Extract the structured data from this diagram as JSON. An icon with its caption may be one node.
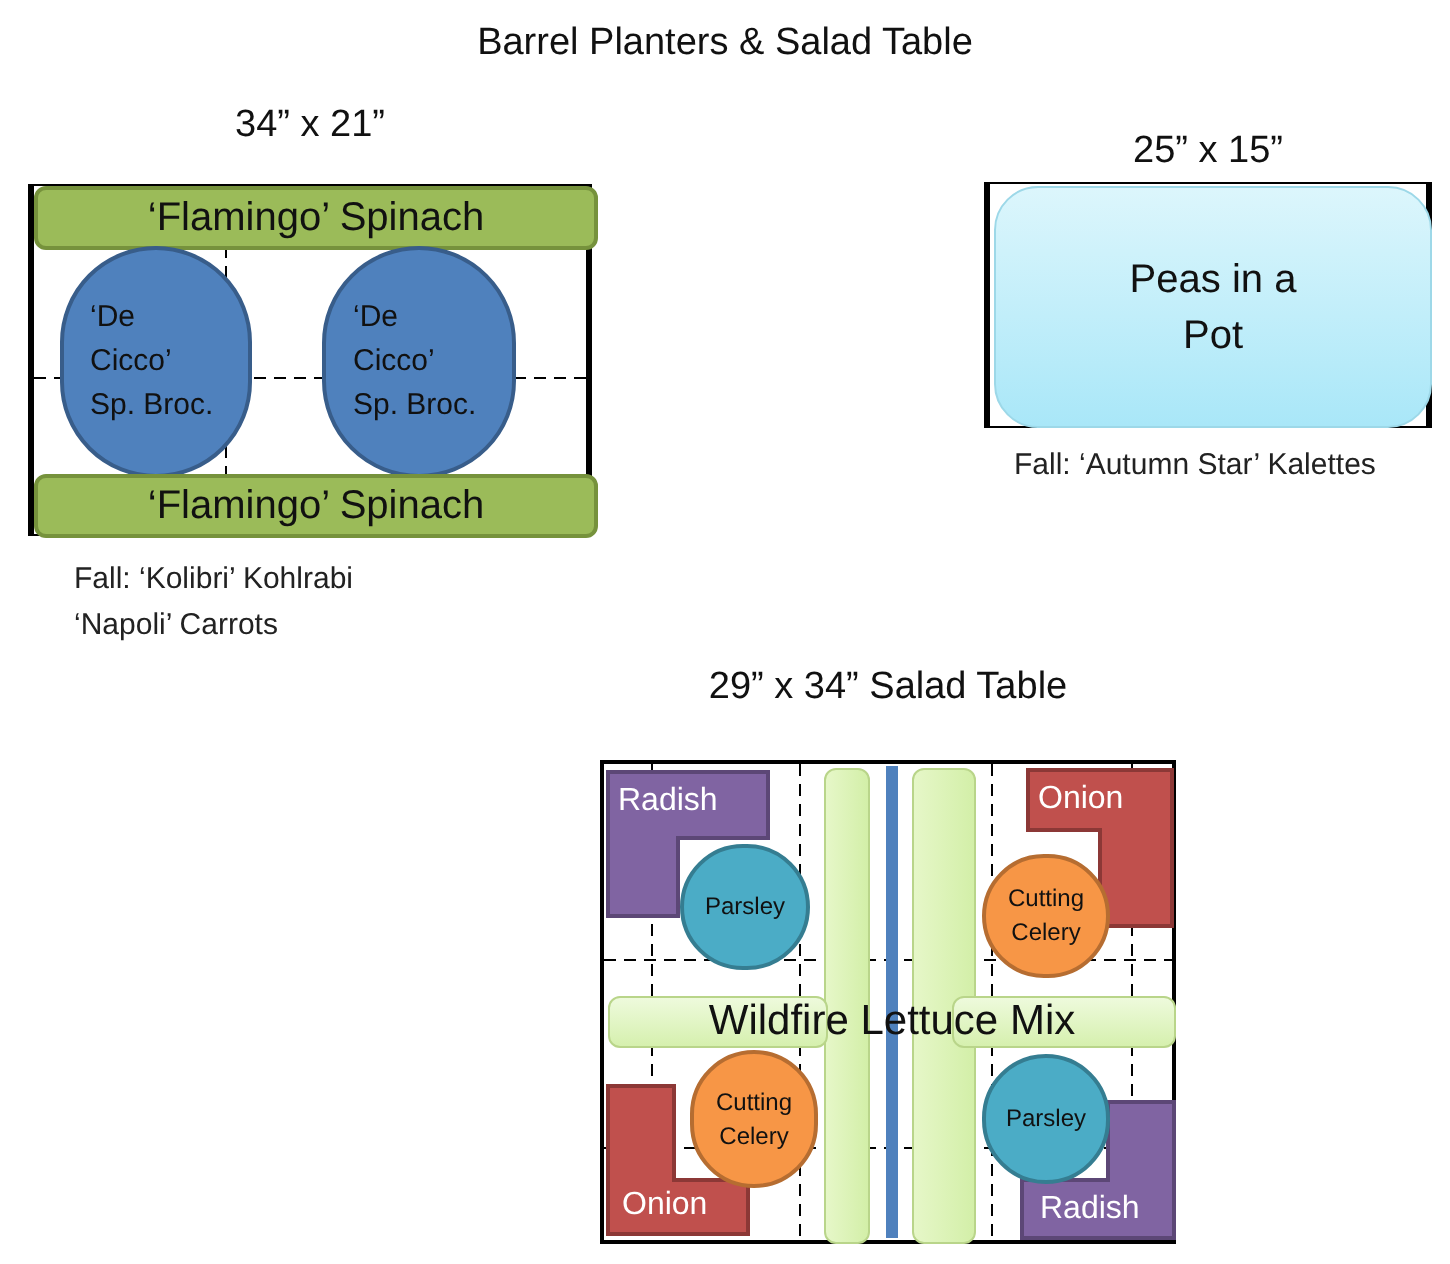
{
  "diagram": {
    "title": "Barrel Planters & Salad Table",
    "nodes": [
      {
        "text": [
          "34” x 21”"
        ],
        "beside": [
          "Fall: ‘Kolibri’ Kohlrabi",
          "‘Napoli’ Carrots"
        ]
      },
      {
        "text": [
          "‘Flamingo’ Spinach"
        ],
        "in": 0
      },
      {
        "text": [
          "‘De Cicco’ Sp. Broc."
        ],
        "in": 0
      },
      {
        "text": [
          "‘De Cicco’ Sp. Broc."
        ],
        "in": 0
      },
      {
        "text": [
          "‘Flamingo’ Spinach"
        ],
        "in": 0
      },
      {
        "text": [
          "25” x 15”"
        ],
        "beside": [
          "Fall: ‘Autumn Star’ Kalettes"
        ]
      },
      {
        "text": [
          "Peas in a Pot"
        ],
        "in": 5
      },
      {
        "text": [
          "29” x 34” Salad Table"
        ]
      },
      {
        "text": [
          "Radish"
        ],
        "in": 7
      },
      {
        "text": [
          "Parsley"
        ],
        "in": 7
      },
      {
        "text": [
          "Onion"
        ],
        "in": 7
      },
      {
        "text": [
          "Cutting Celery"
        ],
        "in": 7
      },
      {
        "text": [],
        "shape": "bar",
        "in": 7
      },
      {
        "text": [],
        "shape": "bar",
        "in": 7
      },
      {
        "text": [
          "Wildfire Lettuce Mix"
        ],
        "in": 7
      },
      {
        "text": [
          "Cutting Celery"
        ],
        "in": 7
      },
      {
        "text": [
          "Onion"
        ],
        "in": 7
      },
      {
        "text": [
          "Parsley"
        ],
        "in": 7
      },
      {
        "text": [
          "Radish"
        ],
        "in": 7
      }
    ]
  }
}
